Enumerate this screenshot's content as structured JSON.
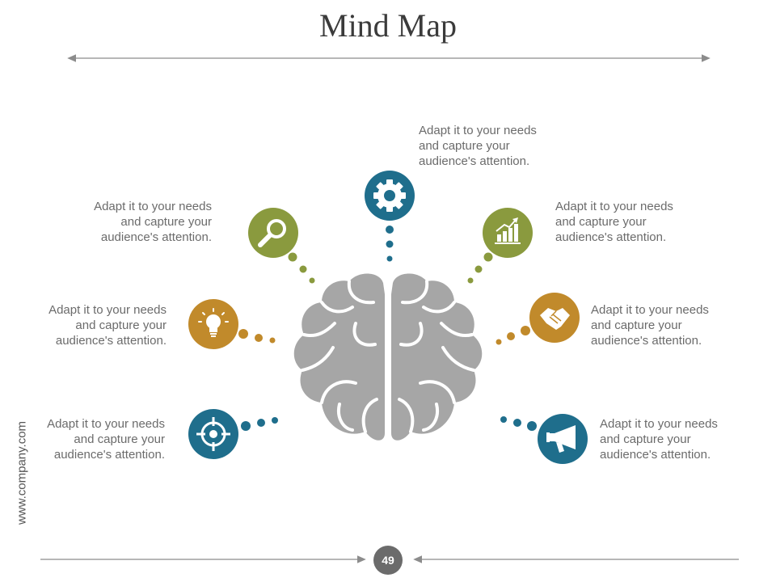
{
  "title": "Mind Map",
  "side_text": "www.company.com",
  "page_number": "49",
  "colors": {
    "blue": "#1f6e8c",
    "olive": "#8a9a3e",
    "gold": "#c18a2b",
    "brain": "#a6a6a6",
    "line": "#8c8c8c"
  },
  "nodes": [
    {
      "id": "top",
      "icon": "gear-icon",
      "color": "blue",
      "text": [
        "Adapt it to your needs",
        "and capture your",
        "audience's attention."
      ]
    },
    {
      "id": "upper-left",
      "icon": "magnifier-icon",
      "color": "olive",
      "text": [
        "Adapt it to your needs",
        "and capture your",
        "audience's attention."
      ]
    },
    {
      "id": "upper-right",
      "icon": "bar-chart-icon",
      "color": "olive",
      "text": [
        "Adapt it to your needs",
        "and capture your",
        "audience's attention."
      ]
    },
    {
      "id": "mid-left",
      "icon": "lightbulb-icon",
      "color": "gold",
      "text": [
        "Adapt it to your needs",
        "and capture your",
        "audience's attention."
      ]
    },
    {
      "id": "mid-right",
      "icon": "handshake-icon",
      "color": "gold",
      "text": [
        "Adapt it to your needs",
        "and capture your",
        "audience's attention."
      ]
    },
    {
      "id": "lower-left",
      "icon": "target-icon",
      "color": "blue",
      "text": [
        "Adapt it to your needs",
        "and capture your",
        "audience's attention."
      ]
    },
    {
      "id": "lower-right",
      "icon": "megaphone-icon",
      "color": "blue",
      "text": [
        "Adapt it to your needs",
        "and capture your",
        "audience's attention."
      ]
    }
  ]
}
